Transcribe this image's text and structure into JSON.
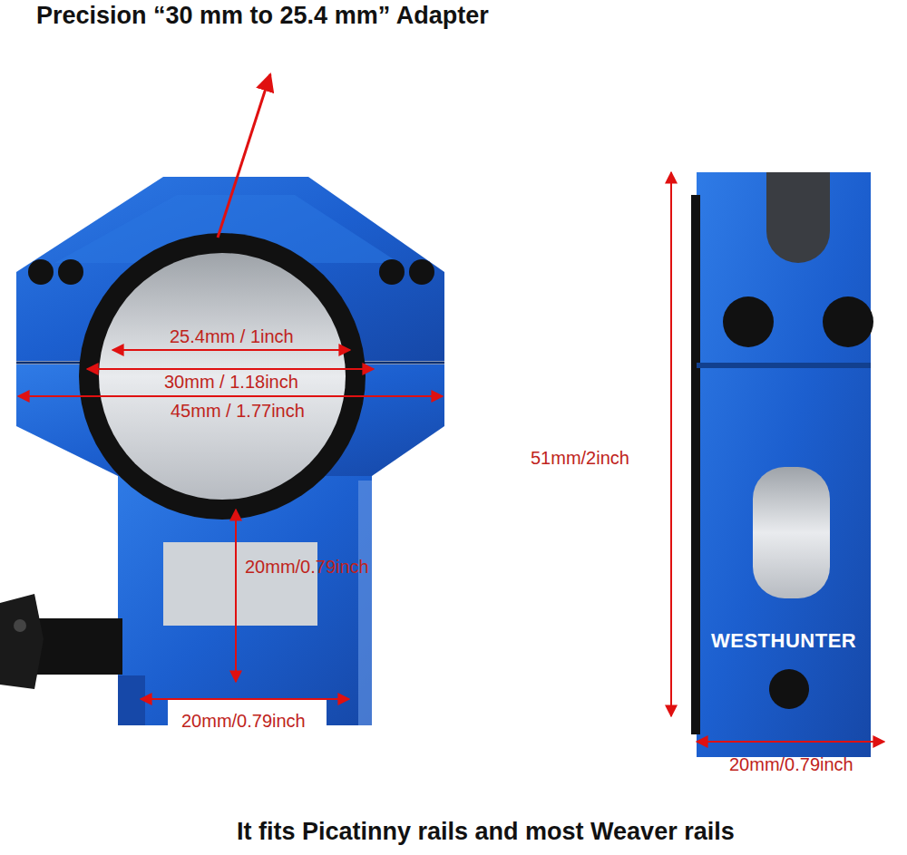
{
  "diagram": {
    "title": "Precision “30 mm to 25.4 mm” Adapter",
    "caption": "It fits Picatinny rails and most Weaver rails",
    "labels": [
      "25.4mm / 1inch",
      "30mm / 1.18inch",
      "45mm / 1.77inch",
      "20mm/0.79inch",
      "20mm/0.79inch",
      "51mm/2inch",
      "20mm/0.79inch",
      "WESTHUNTER"
    ]
  }
}
